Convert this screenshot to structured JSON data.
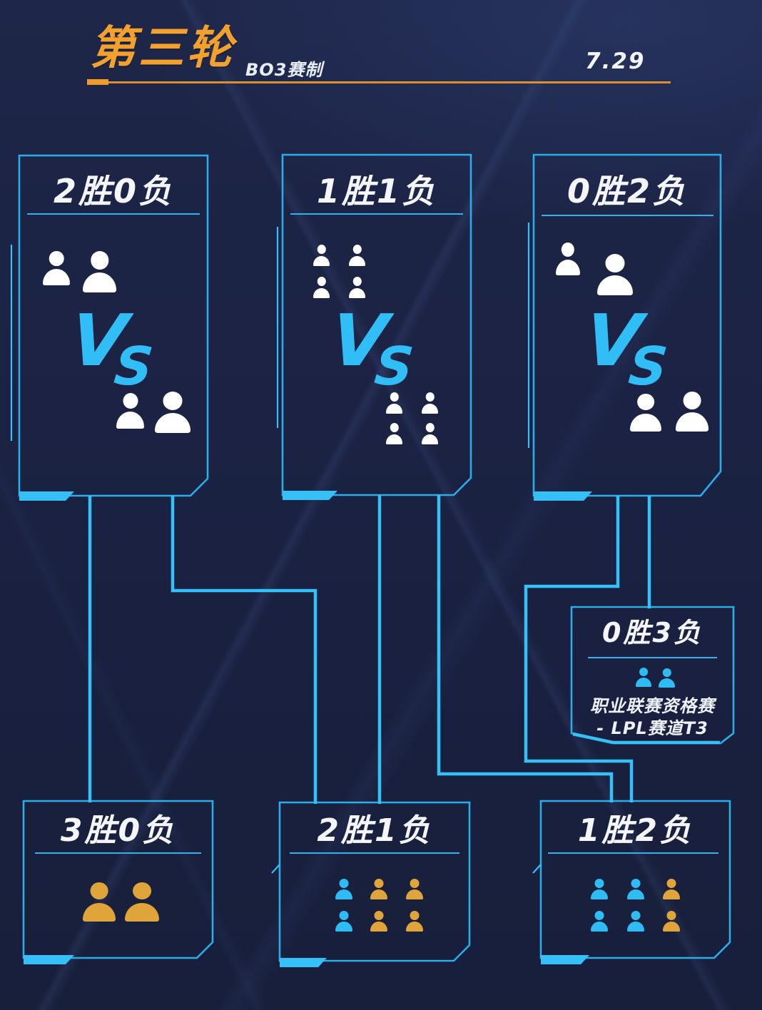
{
  "header": {
    "round_title": "第三轮",
    "format_label": "BO3赛制",
    "date": "7.29"
  },
  "vs_mark": {
    "v": "V",
    "s": "S"
  },
  "colors": {
    "background": "#1b2343",
    "line_cyan": "#36c0f8",
    "border_cyan": "#2badea",
    "accent_orange": "#ef9c2d",
    "title_white": "#f4f6fb",
    "player_white": "#ffffff",
    "player_cyan": "#2ebcf5",
    "player_gold": "#dfa53a"
  },
  "boxes": {
    "top_left": {
      "title": "2胜0负",
      "team_a_players": 2,
      "team_b_players": 2,
      "player_color": "white"
    },
    "top_middle": {
      "title": "1胜1负",
      "team_a_players": 4,
      "team_b_players": 4,
      "player_color": "white"
    },
    "top_right": {
      "title": "0胜2负",
      "team_a_players": 2,
      "team_b_players": 2,
      "player_color": "white"
    },
    "qualifier": {
      "title": "0胜3负",
      "players": 2,
      "player_color": "cyan",
      "note_line1": "职业联赛资格赛",
      "note_line2": "- LPL赛道T3"
    },
    "bottom_left": {
      "title": "3胜0负",
      "icon_colors": [
        "gold",
        "gold"
      ]
    },
    "bottom_middle": {
      "title": "2胜1负",
      "icon_colors": [
        "cyan",
        "gold",
        "gold",
        "cyan",
        "gold",
        "gold"
      ]
    },
    "bottom_right": {
      "title": "1胜2负",
      "icon_colors": [
        "cyan",
        "cyan",
        "gold",
        "cyan",
        "cyan",
        "gold"
      ]
    }
  },
  "bracket_flow": [
    {
      "from": "2胜0负",
      "to": "3胜0负"
    },
    {
      "from": "2胜0负",
      "to": "2胜1负"
    },
    {
      "from": "1胜1负",
      "to": "2胜1负"
    },
    {
      "from": "1胜1负",
      "to": "1胜2负"
    },
    {
      "from": "0胜2负",
      "to": "1胜2负"
    },
    {
      "from": "0胜2负",
      "to": "0胜3负"
    }
  ]
}
